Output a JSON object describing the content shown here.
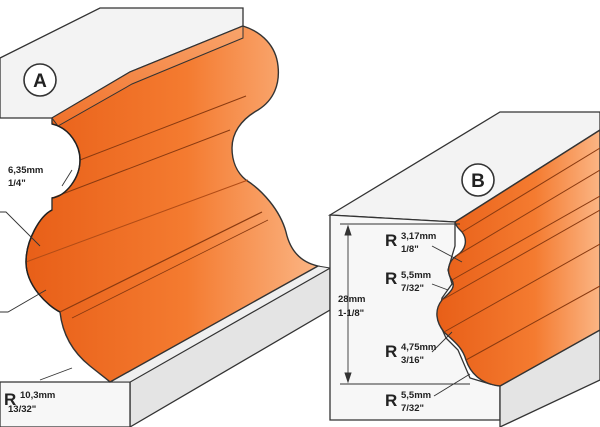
{
  "profile_a": {
    "badge": "A",
    "radius_top": {
      "r": "",
      "mm": "6,35mm",
      "inch": "1/4\""
    },
    "radius_bottom": {
      "r": "R",
      "mm": "10,3mm",
      "inch": "13/32\""
    }
  },
  "profile_b": {
    "badge": "B",
    "height": {
      "mm": "28mm",
      "inch": "1-1/8\""
    },
    "radii": [
      {
        "r": "R",
        "mm": "3,17mm",
        "inch": "1/8\""
      },
      {
        "r": "R",
        "mm": "5,5mm",
        "inch": "7/32\""
      },
      {
        "r": "R",
        "mm": "4,75mm",
        "inch": "3/16\""
      },
      {
        "r": "R",
        "mm": "5,5mm",
        "inch": "7/32\""
      }
    ]
  },
  "colors": {
    "orange": "#f47b30",
    "orange_dark": "#e0601a",
    "orange_light": "#fbb584",
    "block_top": "#f2f2f2",
    "block_front": "#dcdcdc",
    "line": "#333333"
  }
}
